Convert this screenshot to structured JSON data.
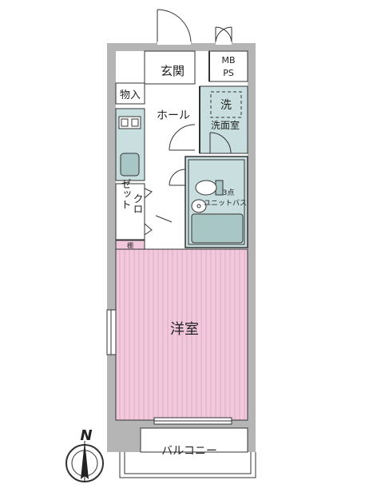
{
  "rooms": {
    "genkan": "玄関",
    "mbps_line1": "MB",
    "mbps_line2": "PS",
    "monoire": "物入",
    "hall": "ホール",
    "sen": "洗",
    "senmenshitsu": "洗面室",
    "bath_line1": "3点",
    "bath_line2": "ユニットバス",
    "closet_col1": "クロ",
    "closet_col2": "ゼット",
    "tana": "棚",
    "youshitsu": "洋室",
    "balcony": "バルコニー"
  },
  "compass": {
    "letter": "N"
  },
  "colors": {
    "wall": "#b5b5b5",
    "room_pink": "#f2c9dc",
    "pink_line": "#d9a5bf",
    "wet_area": "#c9dede",
    "fixture": "#a9c6c6",
    "line": "#333333"
  }
}
